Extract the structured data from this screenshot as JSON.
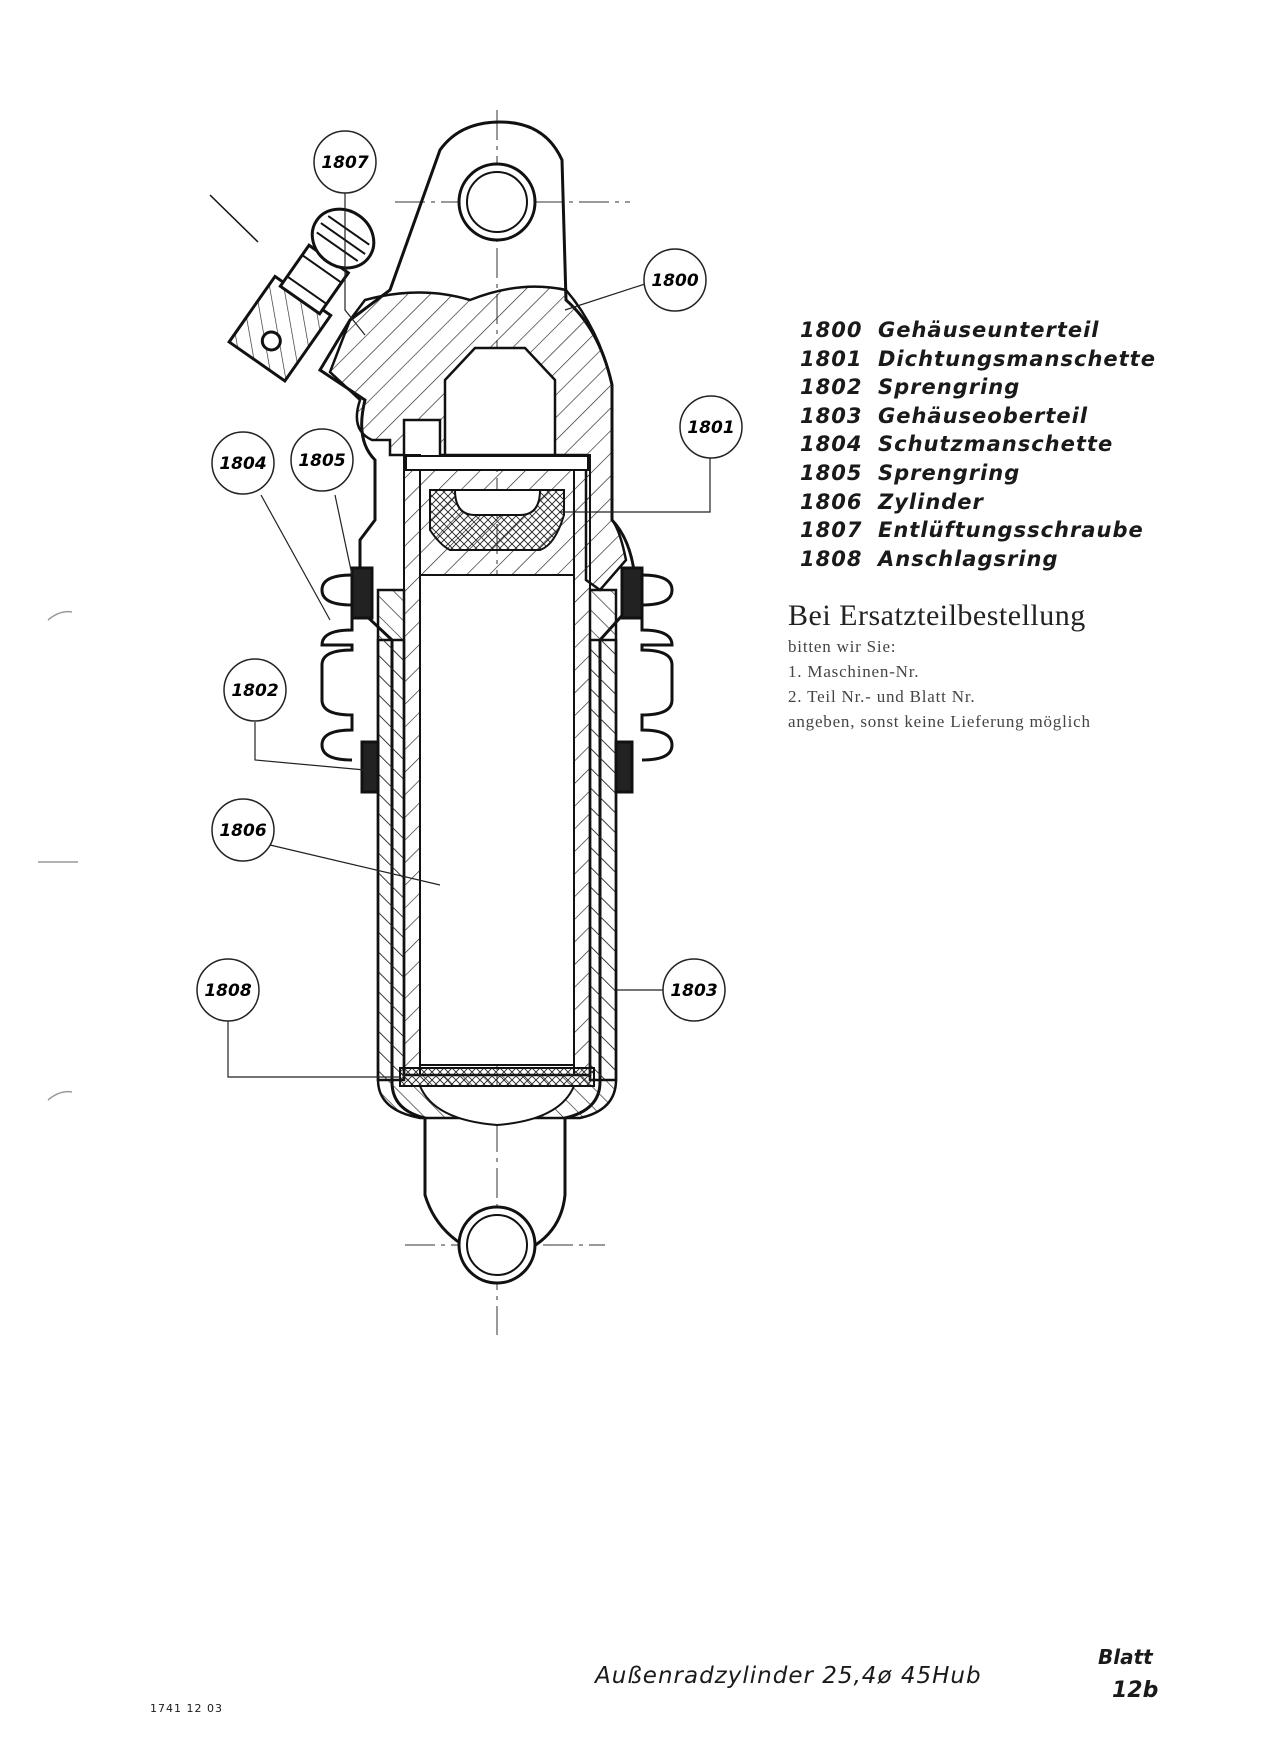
{
  "callouts": [
    {
      "label": "1807"
    },
    {
      "label": "1800"
    },
    {
      "label": "1801"
    },
    {
      "label": "1804"
    },
    {
      "label": "1805"
    },
    {
      "label": "1802"
    },
    {
      "label": "1806"
    },
    {
      "label": "1808"
    },
    {
      "label": "1803"
    }
  ],
  "legend": [
    {
      "number": "1800",
      "name": "Gehäuseunterteil"
    },
    {
      "number": "1801",
      "name": "Dichtungsmanschette"
    },
    {
      "number": "1802",
      "name": "Sprengring"
    },
    {
      "number": "1803",
      "name": "Gehäuseoberteil"
    },
    {
      "number": "1804",
      "name": "Schutzmanschette"
    },
    {
      "number": "1805",
      "name": "Sprengring"
    },
    {
      "number": "1806",
      "name": "Zylinder"
    },
    {
      "number": "1807",
      "name": "Entlüftungsschraube"
    },
    {
      "number": "1808",
      "name": "Anschlagsring"
    }
  ],
  "order_note": {
    "title": "Bei Ersatzteilbestellung",
    "line1": "bitten wir Sie:",
    "line2": "1. Maschinen-Nr.",
    "line3": "2. Teil Nr.- und Blatt Nr.",
    "line4": "angeben, sonst keine Lieferung möglich"
  },
  "footer": {
    "title": "Außenradzylinder 25,4ø 45Hub",
    "blatt_label": "Blatt",
    "blatt_number": "12b",
    "code": "1741 12 03"
  }
}
